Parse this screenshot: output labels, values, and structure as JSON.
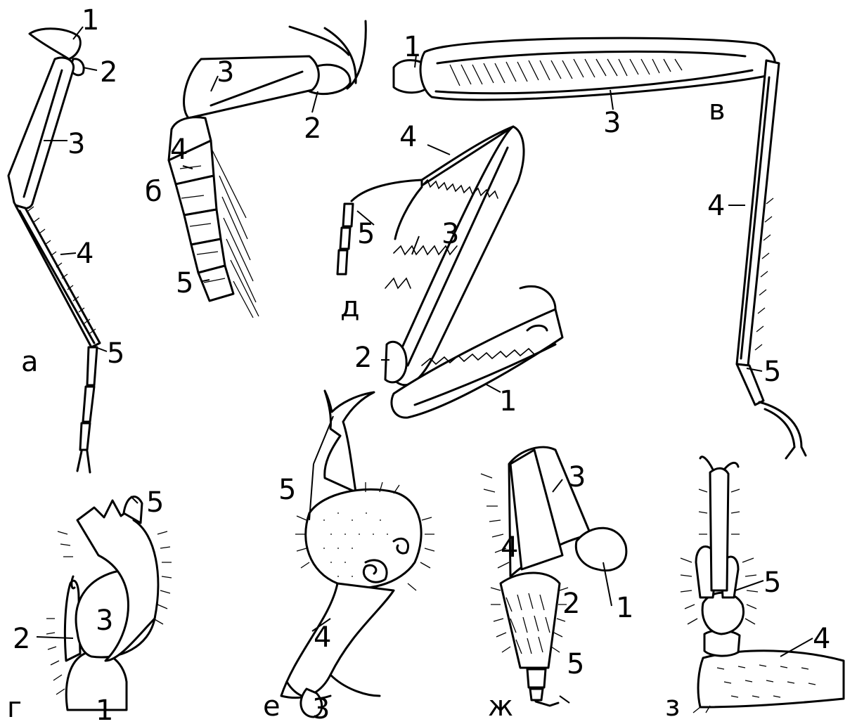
{
  "figure": {
    "panels": {
      "a": "а",
      "b": "б",
      "v": "в",
      "g": "г",
      "d": "д",
      "e": "е",
      "zh": "ж",
      "z": "з"
    },
    "labels": {
      "a1": "1",
      "a2": "2",
      "a3": "3",
      "a4": "4",
      "a5": "5",
      "b3": "3",
      "b2": "2",
      "b4": "4",
      "b5": "5",
      "v1": "1",
      "v3": "3",
      "v4": "4",
      "v5": "5",
      "d4": "4",
      "d5": "5",
      "d3": "3",
      "d2": "2",
      "d1": "1",
      "g5": "5",
      "g3": "3",
      "g2": "2",
      "g1": "1",
      "e5": "5",
      "e4": "4",
      "e3": "3",
      "zh3": "3",
      "zh4": "4",
      "zh2": "2",
      "zh1": "1",
      "zh5": "5",
      "z5": "5",
      "z4": "4"
    }
  }
}
